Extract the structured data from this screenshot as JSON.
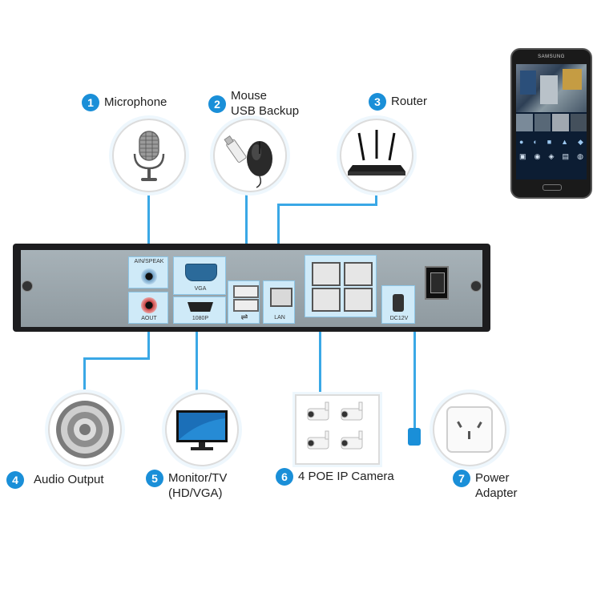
{
  "labels": {
    "l1": {
      "num": "1",
      "line1": "Microphone"
    },
    "l2": {
      "num": "2",
      "line1": "Mouse",
      "line2": "USB Backup"
    },
    "l3": {
      "num": "3",
      "line1": "Router"
    },
    "l4": {
      "num": "4",
      "line1": "Audio Output"
    },
    "l5": {
      "num": "5",
      "line1": "Monitor/TV",
      "line2": "(HD/VGA)"
    },
    "l6": {
      "num": "6",
      "line1": "4 POE IP Camera"
    },
    "l7": {
      "num": "7",
      "line1": "Power",
      "line2": "Adapter"
    }
  },
  "ports": {
    "ain": "AIN/SPEAK",
    "aout": "AOUT",
    "vga": "VGA",
    "hdmi": "1080P",
    "lan": "LAN",
    "dc": "DC12V"
  },
  "phone": {
    "brand": "SAMSUNG"
  },
  "colors": {
    "accent": "#1a8fd8",
    "wire": "#3aa8e6",
    "panel": "#9aa6ad",
    "frame": "#1d1d1f"
  }
}
